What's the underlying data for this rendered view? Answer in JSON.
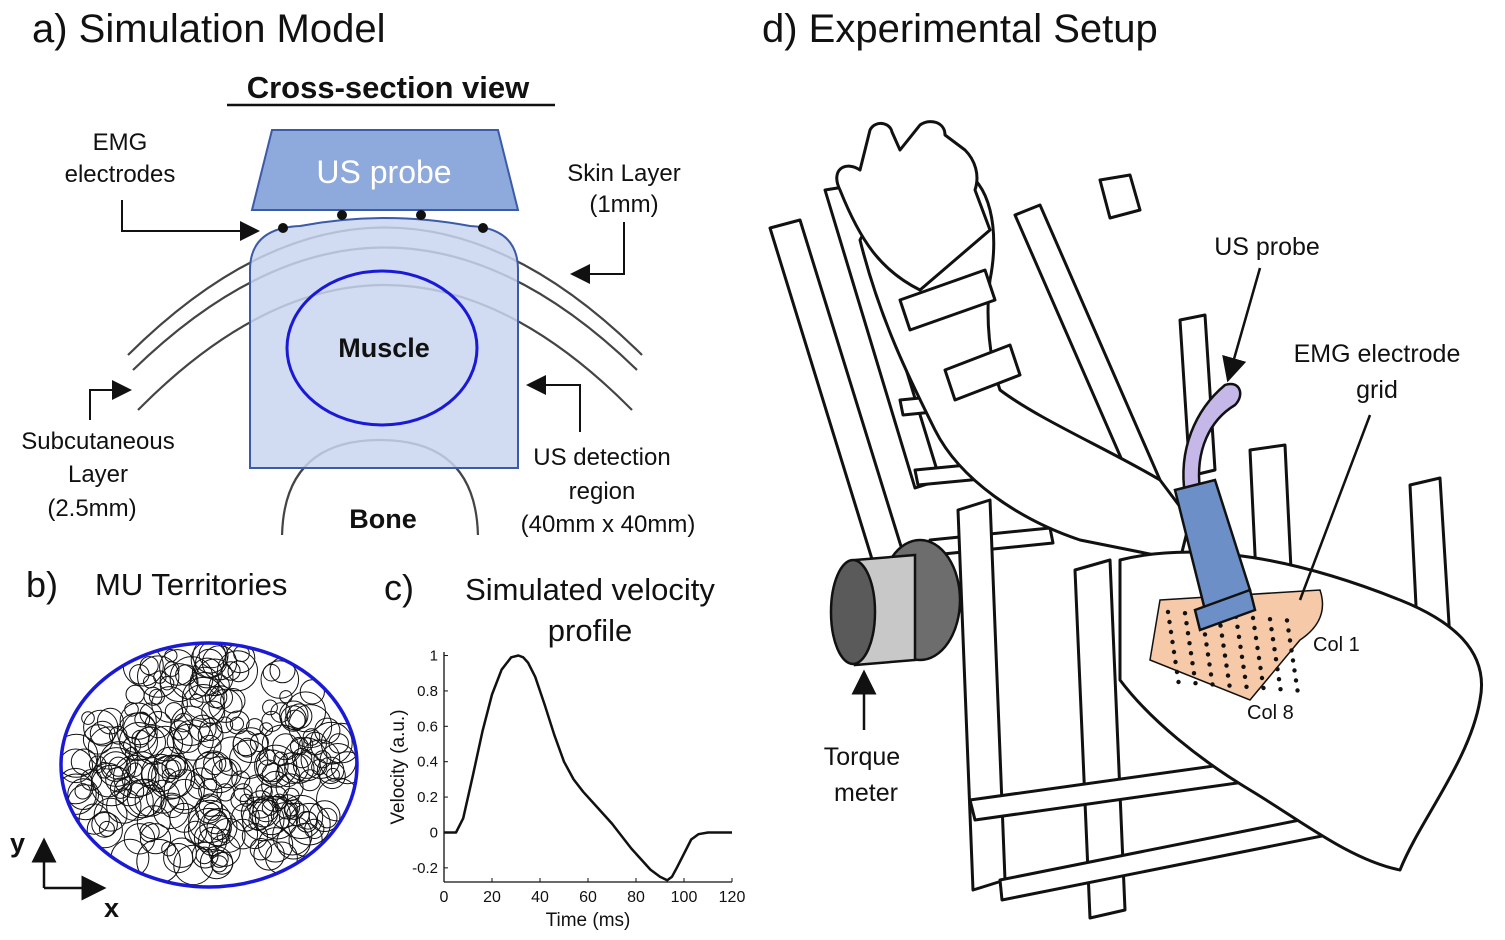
{
  "panel_a": {
    "heading": "a) Simulation Model",
    "subheading": "Cross-section view",
    "probe_label": "US probe",
    "emg_label": [
      "EMG",
      "electrodes"
    ],
    "skin_label": [
      "Skin Layer",
      "(1mm)"
    ],
    "muscle_label": "Muscle",
    "subcut_label": [
      "Subcutaneous",
      "Layer",
      "(2.5mm)"
    ],
    "us_region_label": [
      "US detection",
      "region",
      "(40mm x 40mm)"
    ],
    "bone_label": "Bone",
    "colors": {
      "probe": "#8ea9db",
      "region": "#c9d5ee",
      "muscle_outline": "#1a1ad6",
      "region_outline": "#3b5aa8"
    }
  },
  "panel_b": {
    "heading": "b)",
    "title": "MU Territories",
    "axis_y": "y",
    "axis_x": "x",
    "colors": {
      "outline": "#1a1ad6"
    }
  },
  "panel_c": {
    "heading": "c)",
    "title": [
      "Simulated velocity",
      "profile"
    ]
  },
  "panel_d": {
    "heading": "d) Experimental Setup",
    "us_probe_label": "US probe",
    "emg_grid_label": [
      "EMG electrode",
      "grid"
    ],
    "col1_label": "Col 1",
    "col8_label": "Col 8",
    "torque_label": [
      "Torque",
      "meter"
    ],
    "colors": {
      "grid": "#f6c9a8",
      "probe_body": "#6d8fc7",
      "probe_cable": "#c5b8e8",
      "meter": "#b8b8b8",
      "meter_dark": "#5a5a5a"
    }
  },
  "chart_data": {
    "type": "line",
    "title": "Simulated velocity profile",
    "xlabel": "Time (ms)",
    "ylabel": "Velocity (a.u.)",
    "xlim": [
      0,
      120
    ],
    "ylim": [
      -0.28,
      1.02
    ],
    "x_ticks": [
      0,
      20,
      40,
      60,
      80,
      100,
      120
    ],
    "y_ticks": [
      -0.2,
      0,
      0.2,
      0.4,
      0.6,
      0.8,
      1
    ],
    "grid": false,
    "series": [
      {
        "x": [
          0,
          5,
          8,
          12,
          16,
          20,
          24,
          28,
          31,
          33,
          35,
          38,
          42,
          46,
          50,
          54,
          58,
          62,
          66,
          70,
          74,
          78,
          82,
          86,
          90,
          93,
          95,
          97,
          100,
          103,
          106,
          110,
          115,
          120
        ],
        "values": [
          0,
          0,
          0.08,
          0.32,
          0.57,
          0.78,
          0.92,
          0.99,
          1.0,
          0.99,
          0.96,
          0.88,
          0.72,
          0.55,
          0.4,
          0.3,
          0.23,
          0.17,
          0.11,
          0.05,
          -0.02,
          -0.09,
          -0.15,
          -0.21,
          -0.25,
          -0.27,
          -0.25,
          -0.2,
          -0.12,
          -0.04,
          -0.01,
          0,
          0,
          0
        ]
      }
    ]
  }
}
